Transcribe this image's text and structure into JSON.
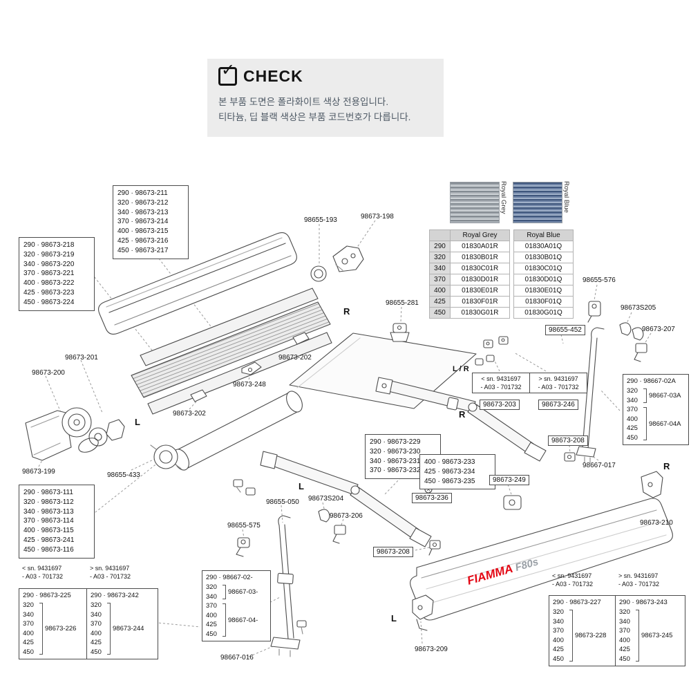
{
  "header": {
    "title": "CHECK",
    "check_icon": "✓",
    "line1": "본 부품 도면은 폴라화이트 색상 전용입니다.",
    "line2": "티타늄, 딥 블랙 색상은 부품 코드번호가 다릅니다."
  },
  "logo": {
    "brand": "FIAMMA",
    "model": "F80s",
    "brand_color": "#e30613"
  },
  "color_table": {
    "grey_label": "Royal Grey",
    "blue_label": "Royal Blue",
    "header": [
      "",
      "Royal Grey",
      "Royal Blue"
    ],
    "rows": [
      {
        "size": "290",
        "grey": "01830A01R",
        "blue": "01830A01Q"
      },
      {
        "size": "320",
        "grey": "01830B01R",
        "blue": "01830B01Q"
      },
      {
        "size": "340",
        "grey": "01830C01R",
        "blue": "01830C01Q"
      },
      {
        "size": "370",
        "grey": "01830D01R",
        "blue": "01830D01Q"
      },
      {
        "size": "400",
        "grey": "01830E01R",
        "blue": "01830E01Q"
      },
      {
        "size": "425",
        "grey": "01830F01R",
        "blue": "01830F01Q"
      },
      {
        "size": "450",
        "grey": "01830G01R",
        "blue": "01830G01Q"
      }
    ]
  },
  "marks": {
    "r_top": "R",
    "l_left": "L",
    "r_mid": "R",
    "l_mid": "L",
    "r_right": "R",
    "l_bottom": "L",
    "lr": "L / R"
  },
  "sn": {
    "lt": "< sn. 9431697\n- A03 - 701732",
    "gt": "> sn. 9431697\n- A03 - 701732"
  },
  "labels": {
    "p98655_193": "98655-193",
    "p98673_198": "98673-198",
    "p98655_281": "98655-281",
    "p98655_452": "98655-452",
    "p98655_576": "98655-576",
    "p98673S205": "98673S205",
    "p98673_207": "98673-207",
    "p98673_201": "98673-201",
    "p98673_200": "98673-200",
    "p98673_202": "98673-202",
    "p98673_248": "98673-248",
    "p98673_199": "98673-199",
    "p98655_433": "98655-433",
    "p98673_203": "98673-203",
    "p98673_246": "98673-246",
    "p98673_208": "98673-208",
    "p98667_017": "98667-017",
    "p98673_249": "98673-249",
    "p98673_236": "98673-236",
    "p98673_210": "98673-210",
    "p98655_050": "98655-050",
    "p98673S204": "98673S204",
    "p98673_206": "98673-206",
    "p98655_575": "98655-575",
    "p98667_016": "98667-016",
    "p98673_209": "98673-209"
  },
  "list_boxes": {
    "b211": [
      "290 · 98673-211",
      "320 · 98673-212",
      "340 · 98673-213",
      "370 · 98673-214",
      "400 · 98673-215",
      "425 · 98673-216",
      "450 · 98673-217"
    ],
    "b218": [
      "290 · 98673-218",
      "320 · 98673-219",
      "340 · 98673-220",
      "370 · 98673-221",
      "400 · 98673-222",
      "425 · 98673-223",
      "450 · 98673-224"
    ],
    "b229": [
      "290 · 98673-229",
      "320 · 98673-230",
      "340 · 98673-231",
      "370 · 98673-232"
    ],
    "b233": [
      "400 · 98673-233",
      "425 · 98673-234",
      "450 · 98673-235"
    ],
    "b111": [
      "290 · 98673-111",
      "320 · 98673-112",
      "340 · 98673-113",
      "370 · 98673-114",
      "400 · 98673-115",
      "425 · 98673-241",
      "450 · 98673-116"
    ]
  },
  "bracket_boxes": {
    "b225": {
      "first": "290 · 98673-225",
      "sizes": [
        "320",
        "340",
        "370",
        "400",
        "425",
        "450"
      ],
      "code": "98673-226"
    },
    "b242": {
      "first": "290 · 98673-242",
      "sizes": [
        "320",
        "340",
        "370",
        "400",
        "425",
        "450"
      ],
      "code": "98673-244"
    },
    "b227": {
      "first": "290 · 98673-227",
      "sizes": [
        "320",
        "340",
        "370",
        "400",
        "425",
        "450"
      ],
      "code": "98673-228"
    },
    "b243": {
      "first": "290 · 98673-243",
      "sizes": [
        "320",
        "340",
        "370",
        "400",
        "425",
        "450"
      ],
      "code": "98673-245"
    },
    "b667L": {
      "first": "290 · 98667-02-",
      "g1_sizes": [
        "320",
        "340"
      ],
      "g1_code": "98667-03-",
      "g2_sizes": [
        "370",
        "400",
        "425",
        "450"
      ],
      "g2_code": "98667-04-"
    },
    "b667R": {
      "first": "290 · 98667-02A",
      "g1_sizes": [
        "320",
        "340"
      ],
      "g1_code": "98667-03A",
      "g2_sizes": [
        "370",
        "400",
        "425",
        "450"
      ],
      "g2_code": "98667-04A"
    }
  }
}
